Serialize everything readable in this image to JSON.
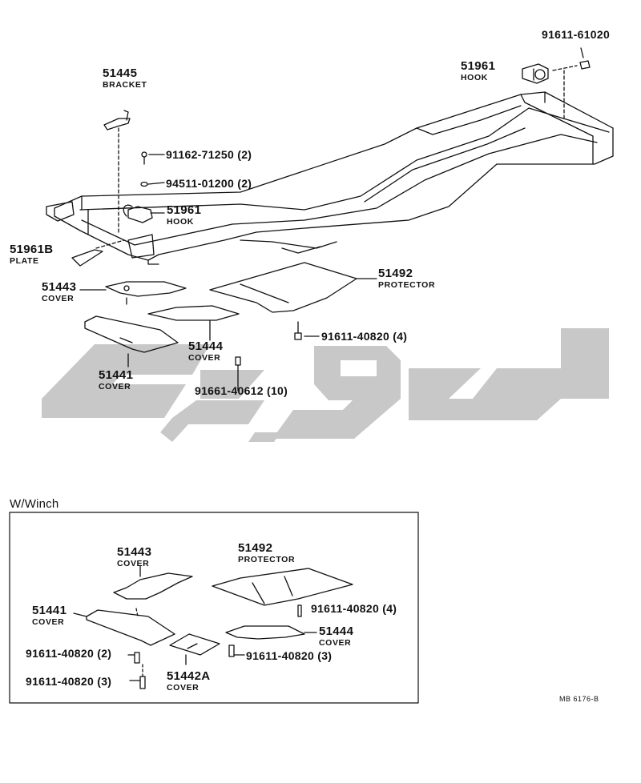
{
  "colors": {
    "line": "#111111",
    "watermark": "#c8c8c8"
  },
  "watermark_text": "تيكو",
  "main_callouts": {
    "bolt_top_right": "91611-61020",
    "hook_top": {
      "pn": "51961",
      "name": "HOOK"
    },
    "bracket": {
      "pn": "51445",
      "name": "BRACKET"
    },
    "bolt_91162": "91162-71250 (2)",
    "washer_94511": "94511-01200 (2)",
    "hook_mid": {
      "pn": "51961",
      "name": "HOOK"
    },
    "plate": {
      "pn": "51961B",
      "name": "PLATE"
    },
    "protector": {
      "pn": "51492",
      "name": "PROTECTOR"
    },
    "cover_51443": {
      "pn": "51443",
      "name": "COVER"
    },
    "bolt_91611_4": "91611-40820 (4)",
    "cover_51444": {
      "pn": "51444",
      "name": "COVER"
    },
    "cover_51441": {
      "pn": "51441",
      "name": "COVER"
    },
    "bolt_91661": "91661-40612 (10)"
  },
  "winch": {
    "title": "W/Winch",
    "cover_51443": {
      "pn": "51443",
      "name": "COVER"
    },
    "protector": {
      "pn": "51492",
      "name": "PROTECTOR"
    },
    "cover_51441": {
      "pn": "51441",
      "name": "COVER"
    },
    "bolt_a": "91611-40820 (4)",
    "cover_51444": {
      "pn": "51444",
      "name": "COVER"
    },
    "bolt_b": "91611-40820 (2)",
    "bolt_c": "91611-40820 (3)",
    "cover_51442A": {
      "pn": "51442A",
      "name": "COVER"
    },
    "bolt_d": "91611-40820 (3)"
  },
  "drawing_ref": "MB 6176-B"
}
